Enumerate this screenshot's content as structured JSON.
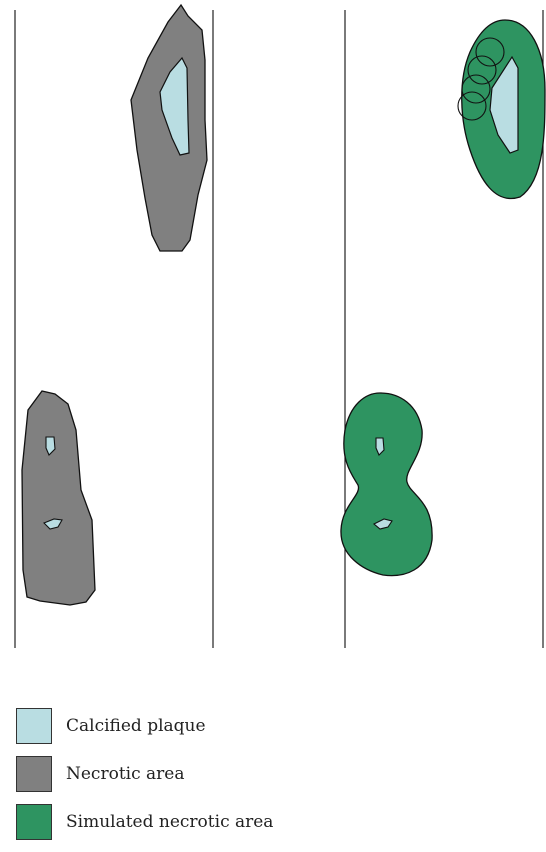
{
  "colors": {
    "calcified": "#b9dde2",
    "necrotic": "#808080",
    "simulated": "#2e9461",
    "outline": "#111111"
  },
  "legend": [
    {
      "label": "Calcified plaque",
      "color_key": "calcified"
    },
    {
      "label": "Necrotic area",
      "color_key": "necrotic"
    },
    {
      "label": "Simulated necrotic area",
      "color_key": "simulated"
    }
  ]
}
